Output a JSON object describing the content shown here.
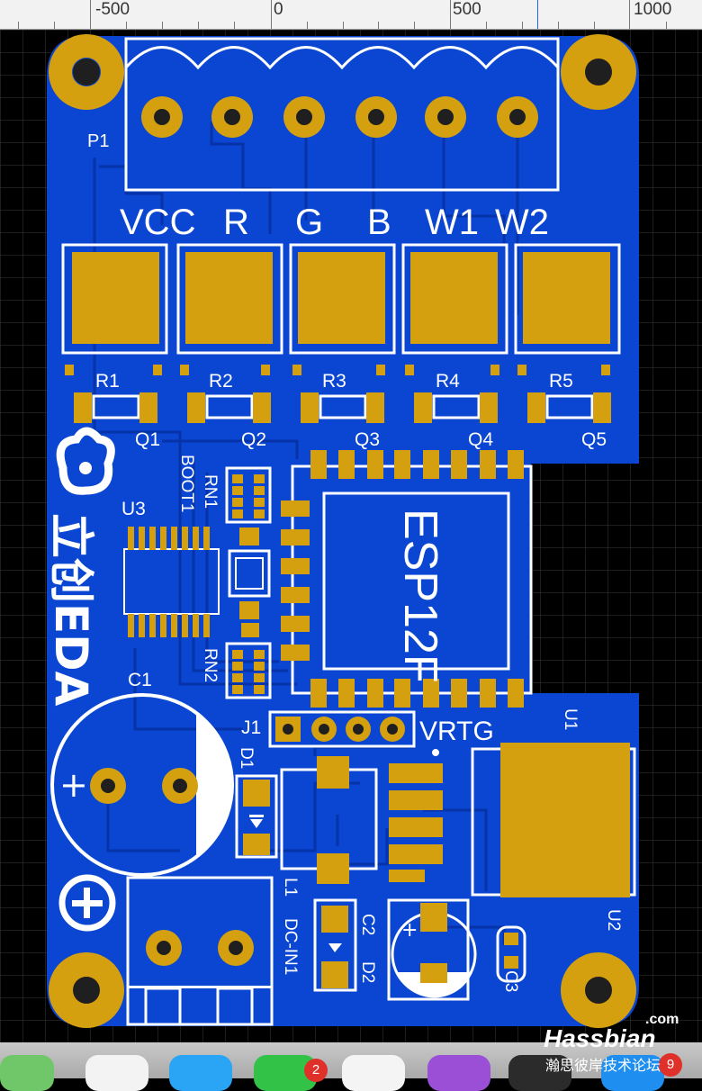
{
  "ruler": {
    "labels": [
      "-500",
      "0",
      "500",
      "1000"
    ]
  },
  "board": {
    "connector_label": "P1",
    "channel_labels": [
      "VCC",
      "R",
      "G",
      "B",
      "W1",
      "W2"
    ],
    "resistors": [
      "R1",
      "R2",
      "R3",
      "R4",
      "R5"
    ],
    "transistors": [
      "Q1",
      "Q2",
      "Q3",
      "Q4",
      "Q5"
    ],
    "rn1": "RN1",
    "boot": "BOOT1",
    "rn2": "RN2",
    "u3": "U3",
    "module": "ESP12F",
    "c1": "C1",
    "j1": "J1",
    "vrtg": "VRTG",
    "d1": "D1",
    "u1": "U1",
    "u2": "U2",
    "l1": "L1",
    "dc_in": "DC-IN1",
    "c2": "C2",
    "d2": "D2",
    "c3": "C3",
    "plus": "+",
    "logo_text": "立创EDA"
  },
  "dock": {
    "badges": [
      "2",
      "9"
    ]
  },
  "watermark": {
    "brand": "Hassbian",
    "suffix": ".com",
    "tagline": "瀚思彼岸技术论坛"
  },
  "colors": {
    "board": "#0a46d2",
    "pad": "#d4a010",
    "silk": "#ffffff"
  }
}
